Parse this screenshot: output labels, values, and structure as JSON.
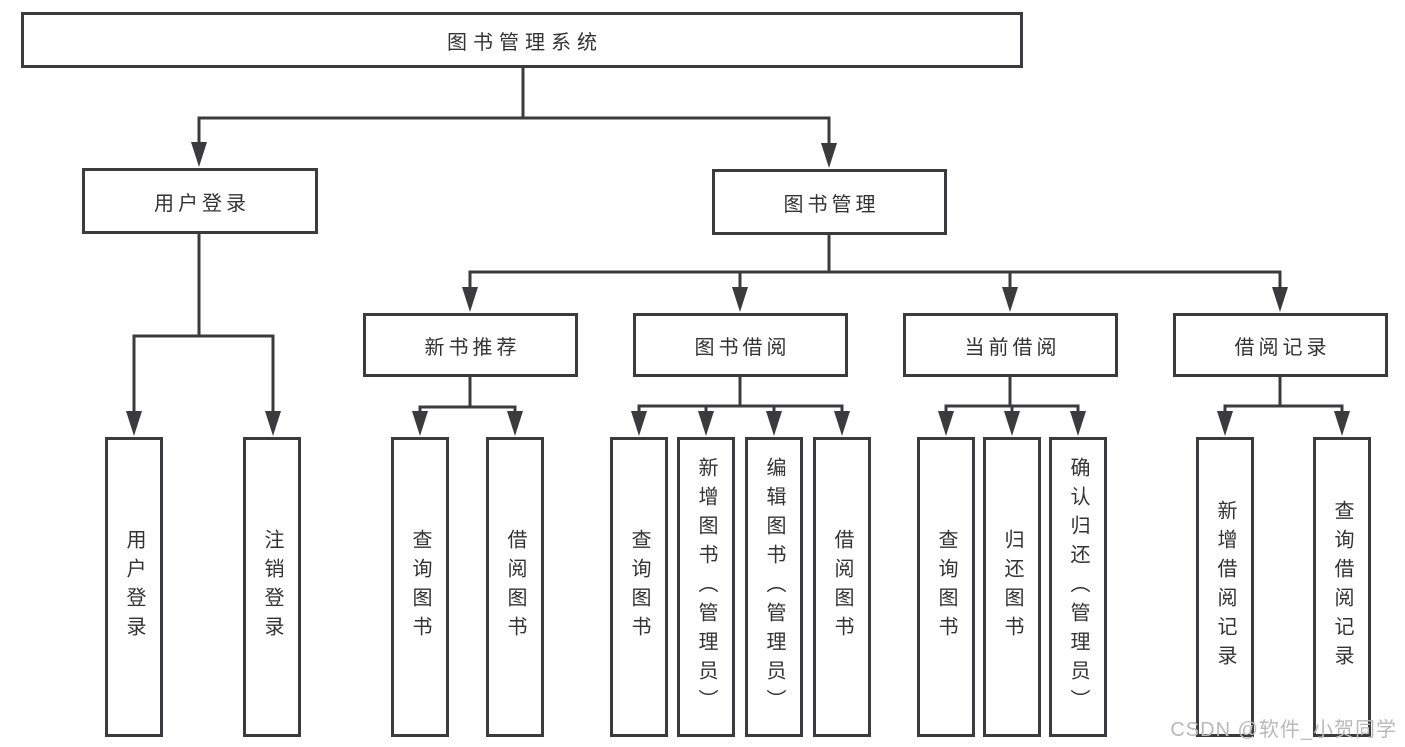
{
  "diagram": {
    "root": "图书管理系统",
    "user_login": {
      "label": "用户登录",
      "children": [
        "用户登录",
        "注销登录"
      ]
    },
    "book_mgmt": {
      "label": "图书管理",
      "children": [
        {
          "label": "新书推荐",
          "children": [
            "查询图书",
            "借阅图书"
          ]
        },
        {
          "label": "图书借阅",
          "children": [
            "查询图书",
            "新增图书（管理员）",
            "编辑图书（管理员）",
            "借阅图书"
          ]
        },
        {
          "label": "当前借阅",
          "children": [
            "查询图书",
            "归还图书",
            "确认归还（管理员）"
          ]
        },
        {
          "label": "借阅记录",
          "children": [
            "新增借阅记录",
            "查询借阅记录"
          ]
        }
      ]
    }
  },
  "watermark": "CSDN @软件_小贺同学",
  "colors": {
    "line": "#3b3b3d",
    "text": "#333333",
    "background": "#ffffff",
    "watermark": "#b9b9b9"
  }
}
